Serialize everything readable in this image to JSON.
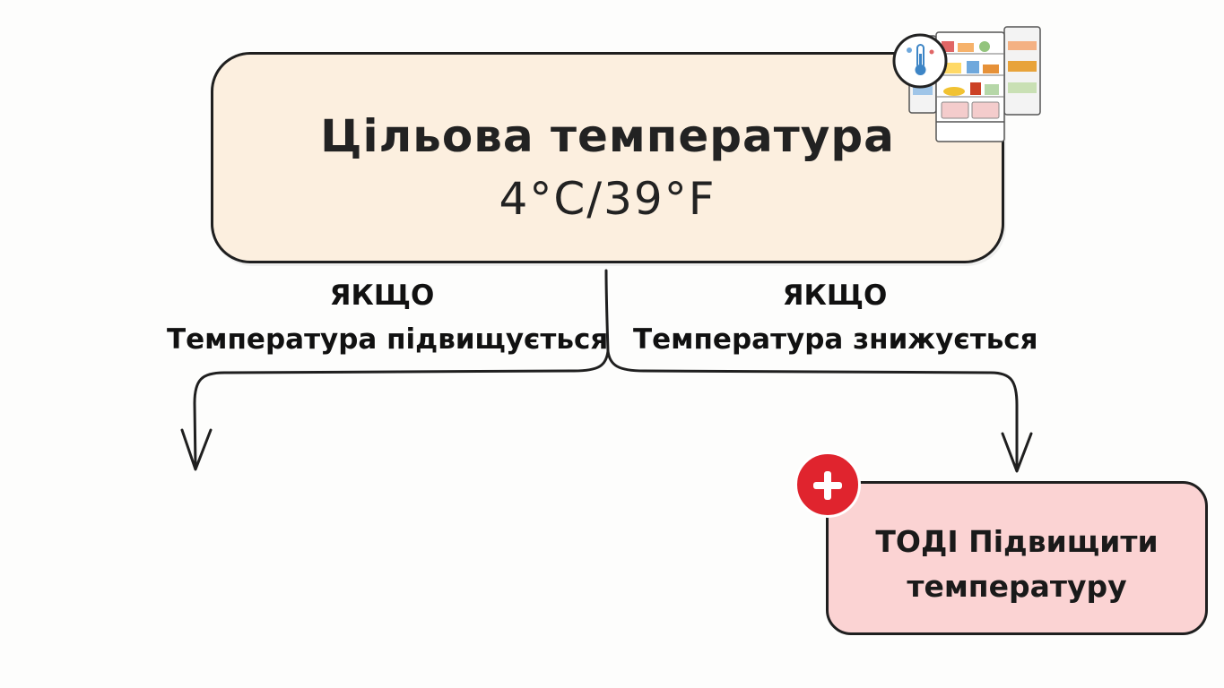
{
  "target": {
    "title": "Цільова температура",
    "value": "4°C/39°F"
  },
  "branches": {
    "left": {
      "keyword": "ЯКЩО",
      "condition": "Температура підвищується"
    },
    "right": {
      "keyword": "ЯКЩО",
      "condition": "Температура знижується"
    }
  },
  "action": {
    "line1": "ТОДІ Підвищити",
    "line2": "температуру"
  },
  "icons": {
    "fridge": "fridge-with-thermometer-icon",
    "plus": "plus-icon"
  },
  "colors": {
    "target_fill": "#fcefdf",
    "action_fill": "#fbd3d3",
    "plus_badge": "#e0242e"
  }
}
